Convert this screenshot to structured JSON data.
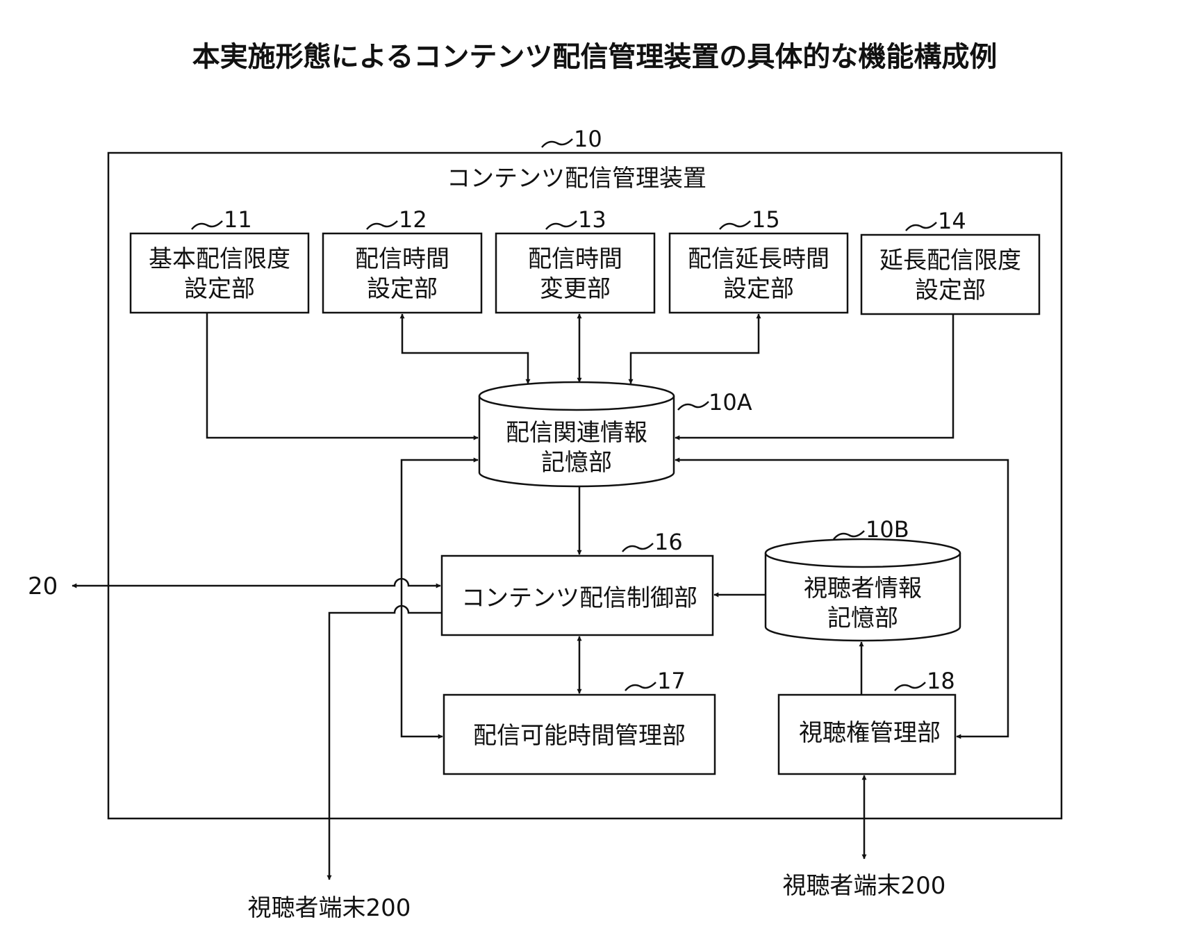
{
  "title": "本実施形態によるコンテンツ配信管理装置の具体的な機能構成例",
  "device": {
    "ref": "10",
    "label": "コンテンツ配信管理装置"
  },
  "units": {
    "u11": {
      "ref": "11",
      "line1": "基本配信限度",
      "line2": "設定部"
    },
    "u12": {
      "ref": "12",
      "line1": "配信時間",
      "line2": "設定部"
    },
    "u13": {
      "ref": "13",
      "line1": "配信時間",
      "line2": "変更部"
    },
    "u15": {
      "ref": "15",
      "line1": "配信延長時間",
      "line2": "設定部"
    },
    "u14": {
      "ref": "14",
      "line1": "延長配信限度",
      "line2": "設定部"
    },
    "db10a": {
      "ref": "10A",
      "line1": "配信関連情報",
      "line2": "記憶部"
    },
    "u16": {
      "ref": "16",
      "label": "コンテンツ配信制御部"
    },
    "db10b": {
      "ref": "10B",
      "line1": "視聴者情報",
      "line2": "記憶部"
    },
    "u17": {
      "ref": "17",
      "label": "配信可能時間管理部"
    },
    "u18": {
      "ref": "18",
      "label": "視聴権管理部"
    }
  },
  "external": {
    "ref20": "20",
    "viewer_left": "視聴者端末200",
    "viewer_right": "視聴者端末200"
  }
}
